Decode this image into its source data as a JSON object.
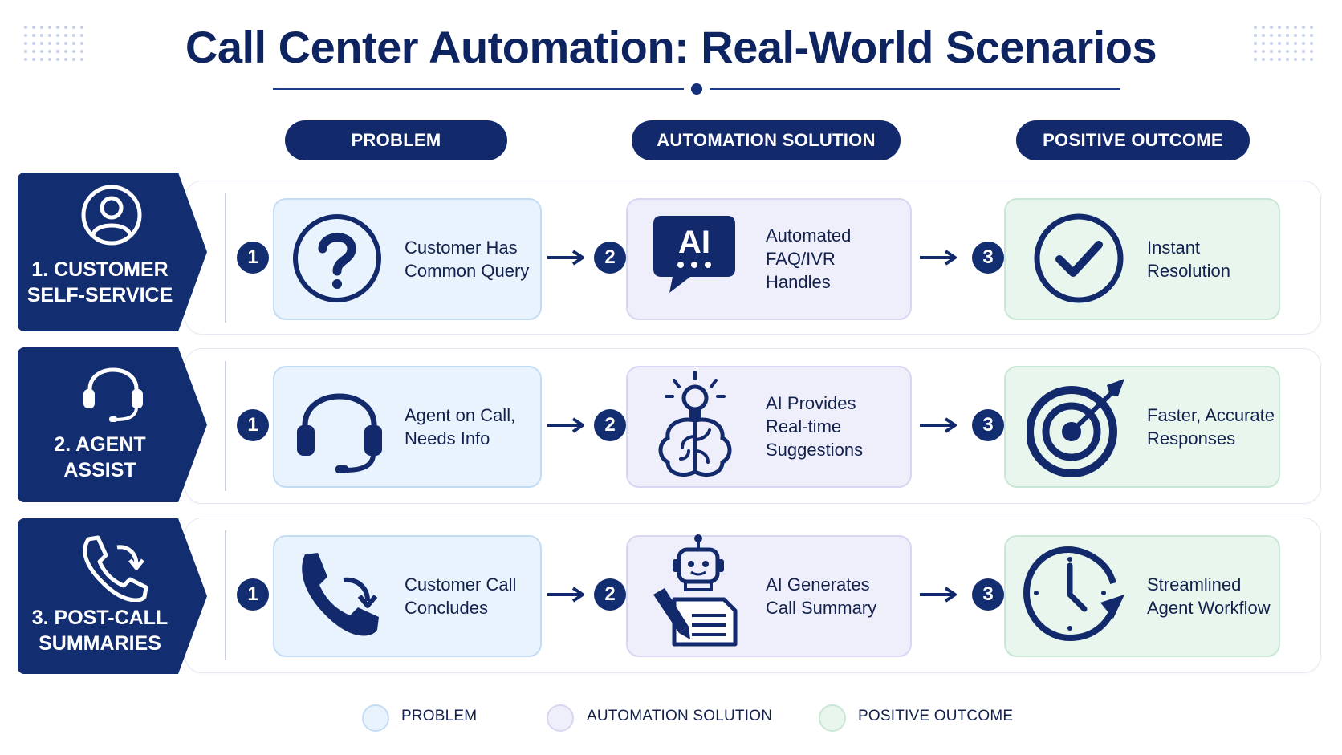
{
  "title": "Call Center Automation: Real-World Scenarios",
  "columns": {
    "problem": "PROBLEM",
    "solution": "AUTOMATION SOLUTION",
    "outcome": "POSITIVE OUTCOME"
  },
  "rows": [
    {
      "label_line1": "1. CUSTOMER",
      "label_line2": "SELF-SERVICE",
      "row_icon": "user-icon",
      "step1": "1",
      "step2": "2",
      "step3": "3",
      "problem_icon": "question-icon",
      "problem_lines": [
        "Customer Has",
        "Common Query"
      ],
      "solution_icon": "ai-chat-icon",
      "solution_icon_text": "AI",
      "solution_lines": [
        "Automated",
        "FAQ/IVR",
        "Handles"
      ],
      "outcome_icon": "checkmark-icon",
      "outcome_lines": [
        "Instant",
        "Resolution"
      ]
    },
    {
      "label_line1": "2. AGENT",
      "label_line2": "ASSIST",
      "row_icon": "headset-icon",
      "step1": "1",
      "step2": "2",
      "step3": "3",
      "problem_icon": "headset-icon",
      "problem_lines": [
        "Agent on Call,",
        "Needs Info"
      ],
      "solution_icon": "brain-lightbulb-icon",
      "solution_lines": [
        "AI Provides",
        "Real-time",
        "Suggestions"
      ],
      "outcome_icon": "target-icon",
      "outcome_lines": [
        "Faster, Accurate",
        "Responses"
      ]
    },
    {
      "label_line1": "3. POST-CALL",
      "label_line2": "SUMMARIES",
      "row_icon": "phone-callback-icon",
      "step1": "1",
      "step2": "2",
      "step3": "3",
      "problem_icon": "phone-callback-icon",
      "problem_lines": [
        "Customer Call",
        "Concludes"
      ],
      "solution_icon": "robot-document-icon",
      "solution_lines": [
        "AI Generates",
        "Call Summary"
      ],
      "outcome_icon": "clock-icon",
      "outcome_lines": [
        "Streamlined",
        "Agent Workflow"
      ]
    }
  ],
  "legend": {
    "problem": "PROBLEM",
    "solution": "AUTOMATION SOLUTION",
    "outcome": "POSITIVE OUTCOME"
  },
  "colors": {
    "navy": "#132d71",
    "problem_fill": "#e9f3fd",
    "solution_fill": "#efeefb",
    "outcome_fill": "#e8f6ee"
  }
}
